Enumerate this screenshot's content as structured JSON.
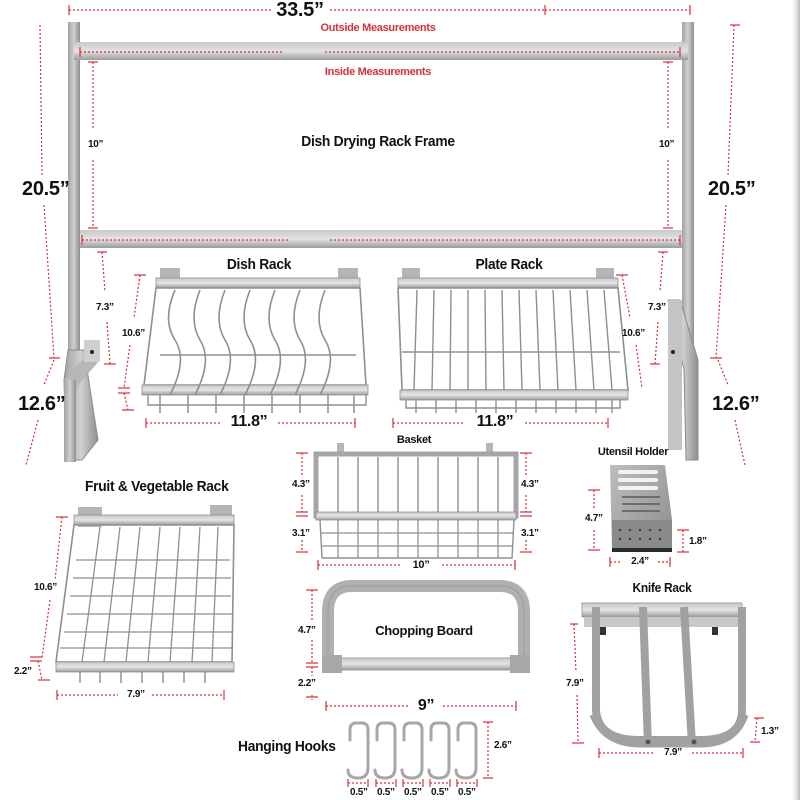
{
  "frame": {
    "title": "Dish Drying Rack Frame",
    "outside_width": "33.5”",
    "outside_label": "Outside Measurements",
    "inside_label": "Inside Measurements",
    "upper_gap_left": "10”",
    "upper_gap_right": "10”",
    "lower_gap_left": "7.3”",
    "lower_gap_right": "7.3”",
    "total_height_left": "20.5”",
    "total_height_right": "20.5”",
    "base_depth_left": "12.6”",
    "base_depth_right": "12.6”"
  },
  "dish_rack": {
    "title": "Dish Rack",
    "depth": "10.6”",
    "width": "11.8”"
  },
  "plate_rack": {
    "title": "Plate Rack",
    "depth": "10.6”",
    "width": "11.8”"
  },
  "basket": {
    "title": "Basket",
    "height_upper_left": "4.3”",
    "height_lower_left": "3.1”",
    "height_upper_right": "4.3”",
    "height_lower_right": "3.1”",
    "width": "10”"
  },
  "utensil_holder": {
    "title": "Utensil Holder",
    "height": "4.7”",
    "base_height": "1.8”",
    "width": "2.4”"
  },
  "fruit_vegetable_rack": {
    "title": "Fruit & Vegetable Rack",
    "depth": "10.6”",
    "height": "2.2”",
    "width": "7.9”"
  },
  "chopping_board": {
    "title": "Chopping Board",
    "height_upper": "4.7”",
    "height_lower": "2.2”",
    "width": "9”"
  },
  "knife_rack": {
    "title": "Knife Rack",
    "height": "7.9”",
    "lip_height": "1.3”",
    "width": "7.9”"
  },
  "hanging_hooks": {
    "title": "Hanging Hooks",
    "height": "2.6”",
    "widths": [
      "0.5”",
      "0.5”",
      "0.5”",
      "0.5”",
      "0.5”"
    ]
  },
  "colors": {
    "dimension_line": "#d4303a",
    "metal": "#a9a9ab",
    "metal_dark": "#7d7d80",
    "text": "#111111"
  }
}
